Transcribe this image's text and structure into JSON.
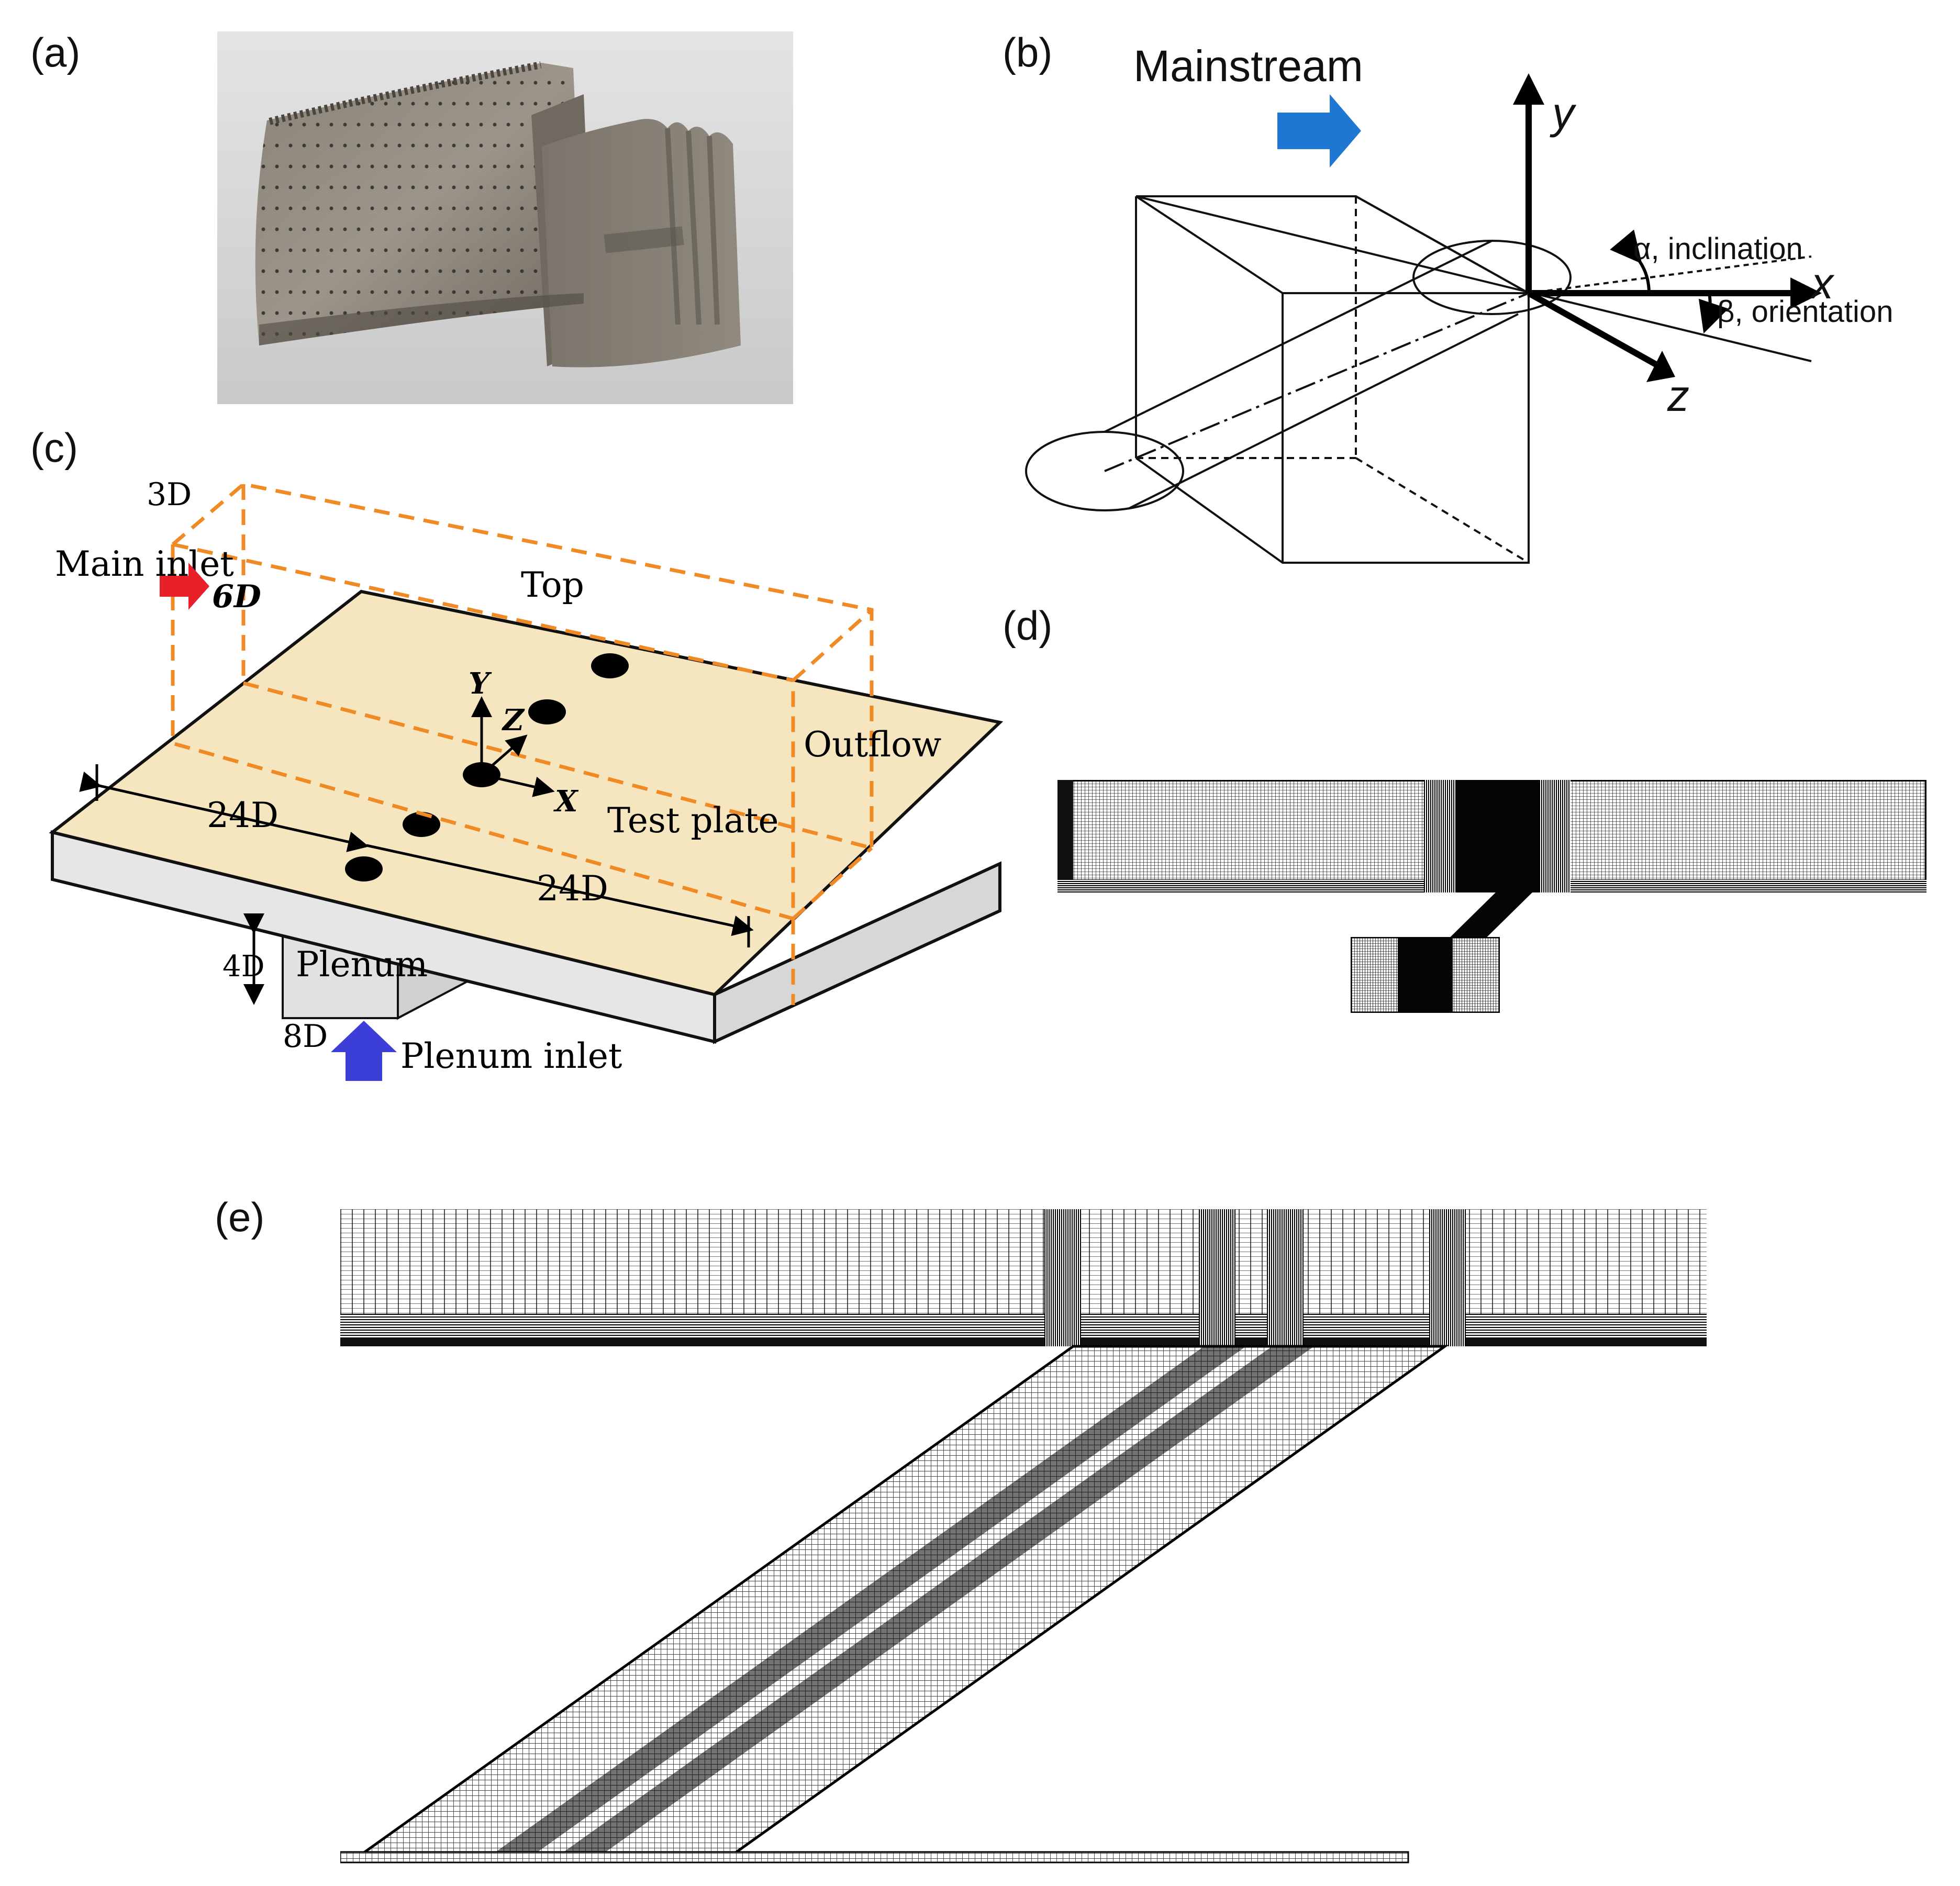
{
  "panels": {
    "a": {
      "label": "(a)"
    },
    "b": {
      "label": "(b)",
      "mainstream": "Mainstream",
      "axis_y": "y",
      "axis_x": "x",
      "axis_z": "z",
      "alpha_label": "α, inclination",
      "beta_label": "β, orientation"
    },
    "c": {
      "label": "(c)",
      "dim_3d": "3D",
      "main_inlet": "Main inlet",
      "dim_6d": "6D",
      "top": "Top",
      "outflow": "Outflow",
      "axis_Y": "Y",
      "axis_Z": "Z",
      "axis_X": "X",
      "dim_24d_left": "24D",
      "dim_24d_right": "24D",
      "test_plate": "Test plate",
      "dim_4d": "4D",
      "plenum": "Plenum",
      "dim_8d": "8D",
      "plenum_inlet": "Plenum inlet"
    },
    "d": {
      "label": "(d)"
    },
    "e": {
      "label": "(e)"
    }
  },
  "colors": {
    "mainstream_arrow": "#1f77d4",
    "main_inlet_arrow": "#e8202a",
    "plenum_inlet_arrow": "#3b3fd8",
    "plate_top": "#f5e6bf",
    "plate_side": "#e6e6e6",
    "dashed_domain": "#f08a24",
    "mesh": "#000000"
  }
}
